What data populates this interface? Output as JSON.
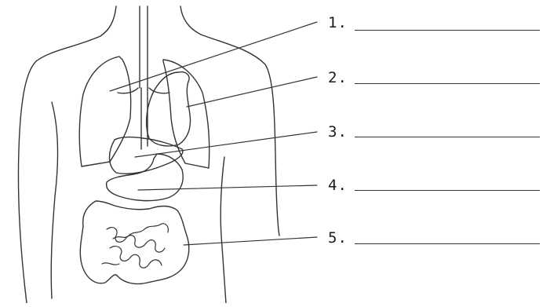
{
  "diagram": {
    "labels": [
      {
        "number": "1.",
        "blank": ""
      },
      {
        "number": "2.",
        "blank": ""
      },
      {
        "number": "3.",
        "blank": ""
      },
      {
        "number": "4.",
        "blank": ""
      },
      {
        "number": "5.",
        "blank": ""
      }
    ],
    "colors": {
      "ink": "#333333",
      "background": "#ffffff"
    }
  }
}
